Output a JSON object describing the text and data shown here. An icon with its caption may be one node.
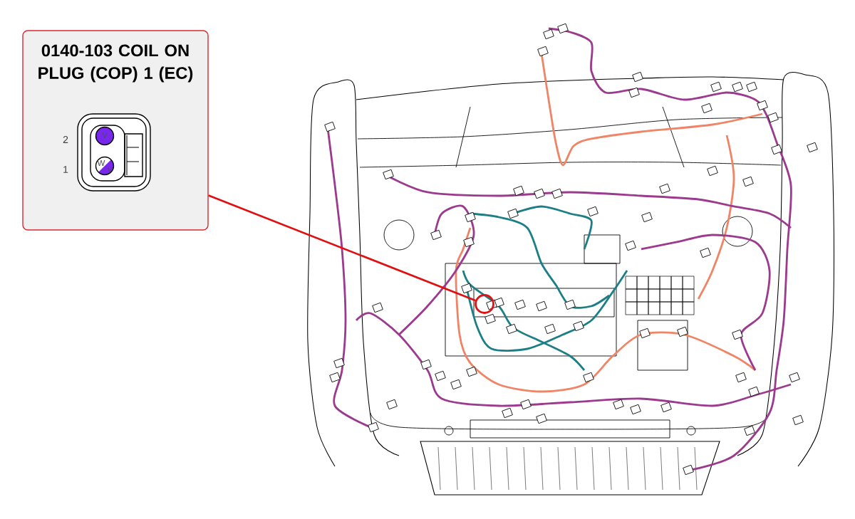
{
  "diagram": {
    "nodes": [
      {
        "text": [
          "0140-103 COIL ON PLUG (COP) 1 (EC)"
        ]
      },
      {
        "text": [],
        "shape": "circle"
      }
    ],
    "edges": [
      {
        "from": 0,
        "to": 1,
        "arrow": "none",
        "color": "#e01010"
      }
    ],
    "labels": [
      "2",
      "1",
      "V",
      "W",
      "V"
    ]
  }
}
